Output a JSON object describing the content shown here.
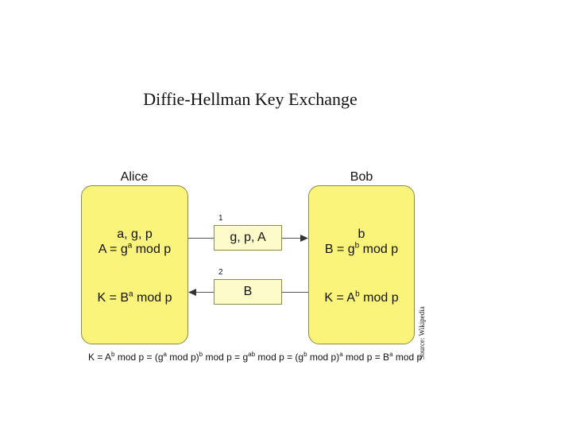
{
  "title": "Diffie-Hellman Key Exchange",
  "alice": {
    "label": "Alice",
    "line1": "a, g, p",
    "line2": {
      "a": "A = g",
      "b": "a",
      "c": " mod p"
    },
    "line3": {
      "a": "K = B",
      "b": "a",
      "c": " mod p"
    }
  },
  "bob": {
    "label": "Bob",
    "line1": "b",
    "line2": {
      "a": "B = g",
      "b": "b",
      "c": " mod p"
    },
    "line3": {
      "a": "K = A",
      "b": "b",
      "c": " mod p"
    }
  },
  "messages": [
    {
      "step": "1",
      "label": "g, p, A"
    },
    {
      "step": "2",
      "label": "B"
    }
  ],
  "formula": {
    "p1": "K = A",
    "s1": "b",
    "p2": " mod p = (g",
    "s2": "a",
    "p3": " mod p)",
    "s3": "b",
    "p4": " mod p = g",
    "s4": "ab",
    "p5": " mod p = (g",
    "s5": "b",
    "p6": " mod p)",
    "s6": "a",
    "p7": " mod p = B",
    "s7": "a",
    "p8": " mod p"
  },
  "source": "Source: Wikipedia",
  "colors": {
    "party_fill": "#fbf47a",
    "message_fill": "#fdfbc9"
  }
}
